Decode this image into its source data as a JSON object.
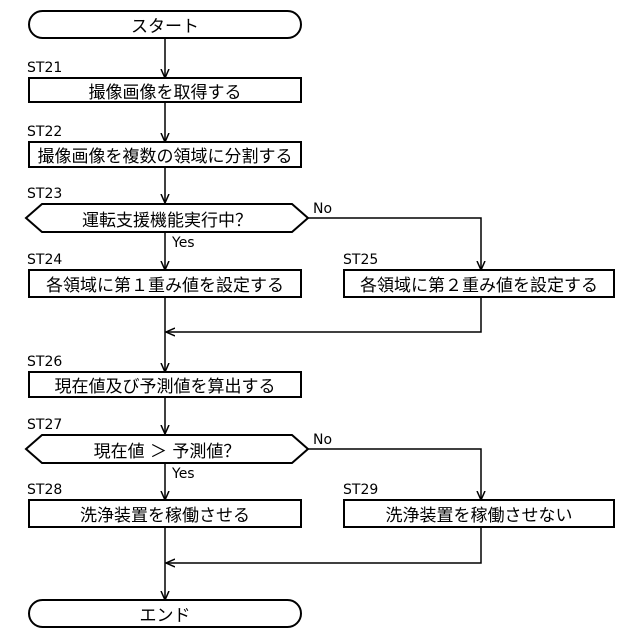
{
  "start": "スタート",
  "end": "エンド",
  "steps": {
    "st21": {
      "id": "ST21",
      "text": "撮像画像を取得する"
    },
    "st22": {
      "id": "ST22",
      "text": "撮像画像を複数の領域に分割する"
    },
    "st23": {
      "id": "ST23",
      "text": "運転支援機能実行中？",
      "no": "No",
      "yes": "Yes"
    },
    "st24": {
      "id": "ST24",
      "text": "各領域に第１重み値を設定する"
    },
    "st25": {
      "id": "ST25",
      "text": "各領域に第２重み値を設定する"
    },
    "st26": {
      "id": "ST26",
      "text": "現在値及び予測値を算出する"
    },
    "st27": {
      "id": "ST27",
      "text": "現在値 ＞ 予測値？",
      "no": "No",
      "yes": "Yes"
    },
    "st28": {
      "id": "ST28",
      "text": "洗浄装置を稼働させる"
    },
    "st29": {
      "id": "ST29",
      "text": "洗浄装置を稼働させない"
    }
  }
}
